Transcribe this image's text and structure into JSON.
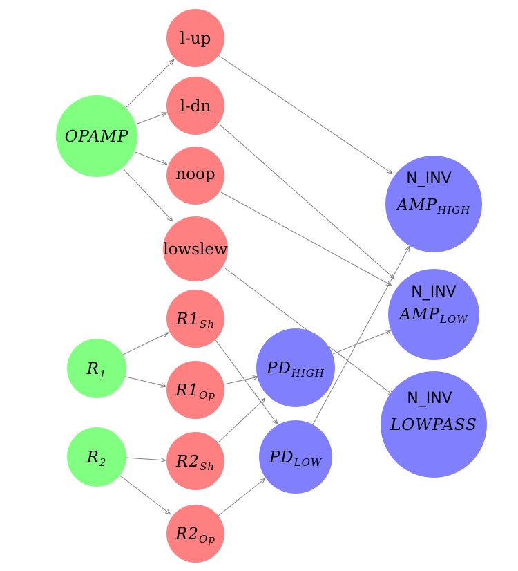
{
  "nodes": {
    "opamp": {
      "label": "OPAMP"
    },
    "r1": {
      "base": "R",
      "sub": "1"
    },
    "r2": {
      "base": "R",
      "sub": "2"
    },
    "l_up": {
      "label": "l-up"
    },
    "l_dn": {
      "label": "l-dn"
    },
    "noop": {
      "label": "noop"
    },
    "lowslew": {
      "label": "lowslew"
    },
    "r1_sh": {
      "base": "R1",
      "sub": "Sh"
    },
    "r1_op": {
      "base": "R1",
      "sub": "Op"
    },
    "r2_sh": {
      "base": "R2",
      "sub": "Sh"
    },
    "r2_op": {
      "base": "R2",
      "sub": "Op"
    },
    "pd_high": {
      "base": "PD",
      "sub": "HIGH"
    },
    "pd_low": {
      "base": "PD",
      "sub": "LOW"
    },
    "amp_high": {
      "top": "N_INV",
      "base": "AMP",
      "sub": "HIGH"
    },
    "amp_low": {
      "top": "N_INV",
      "base": "AMP",
      "sub": "LOW"
    },
    "lowpass": {
      "top": "N_INV",
      "base": "LOWPASS"
    }
  },
  "colors": {
    "source": "#80ff80",
    "option": "#ff8080",
    "target": "#8080ff",
    "edge": "#808080"
  }
}
